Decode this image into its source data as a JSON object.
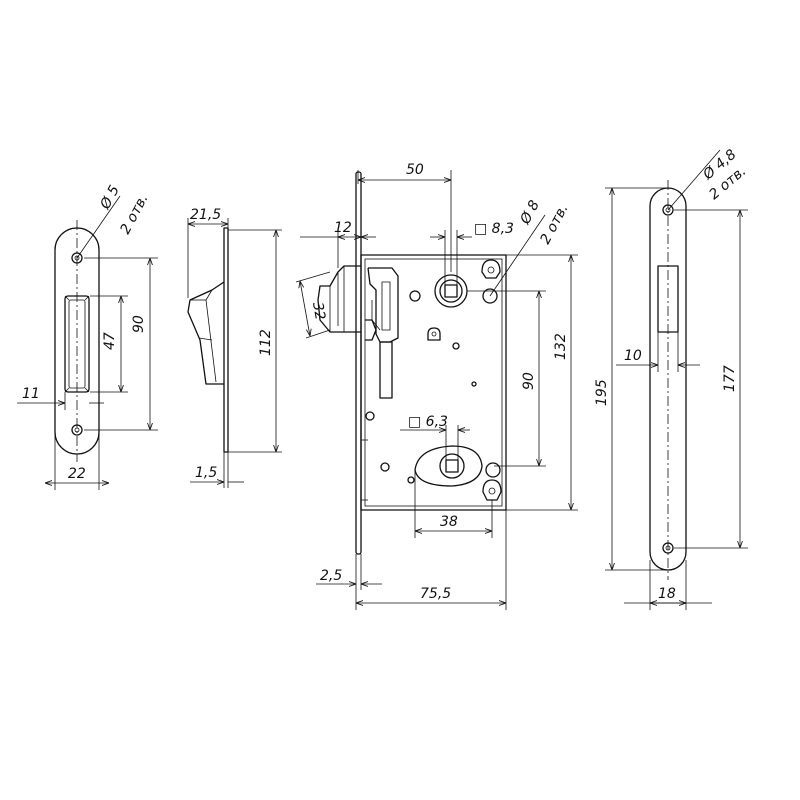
{
  "dimensions": {
    "strike_small": {
      "hole_d": "Ø 5",
      "holes_count": "2 отв.",
      "height_outer": "90",
      "height_slot": "47",
      "slot_width": "11",
      "width": "22"
    },
    "side_view": {
      "latch_projection": "21,5",
      "plate_height": "112",
      "plate_thickness": "1,5"
    },
    "lock_body": {
      "backset": "50",
      "latch_offset": "12",
      "latch_height": "32",
      "square_top": "□ 8,3",
      "hole_d": "Ø 8",
      "holes_count": "2 отв.",
      "body_height": "132",
      "centers": "90",
      "square_bottom": "□ 6,3",
      "cam_span": "38",
      "faceplate": "2,5",
      "body_depth": "75,5"
    },
    "strike_long": {
      "hole_d": "Ø 4,8",
      "holes_count": "2 отв.",
      "slot_width": "10",
      "height_outer": "195",
      "height_holes": "177",
      "width": "18"
    }
  }
}
